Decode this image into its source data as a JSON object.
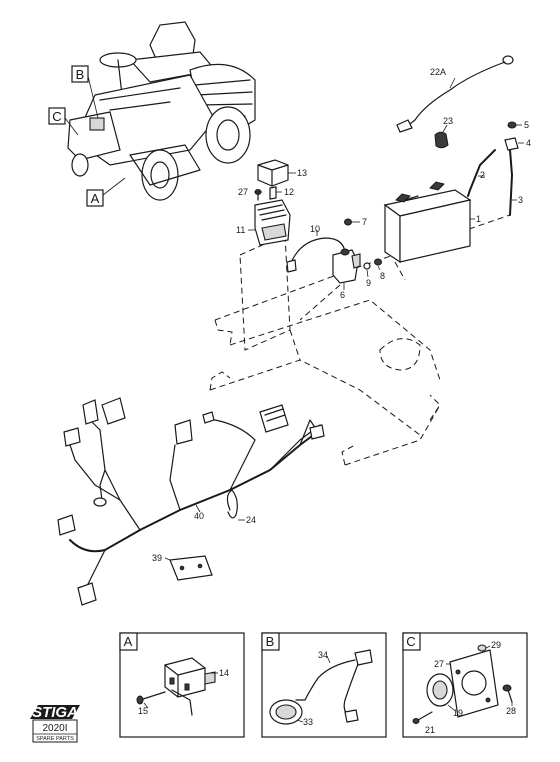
{
  "callouts": {
    "view_a": "A",
    "view_b": "B",
    "view_c": "C"
  },
  "parts": {
    "p1": "1",
    "p2": "2",
    "p3": "3",
    "p4": "4",
    "p5": "5",
    "p6": "6",
    "p7": "7",
    "p8": "8",
    "p9": "9",
    "p10": "10",
    "p11": "11",
    "p12": "12",
    "p13": "13",
    "p22a": "22A",
    "p23": "23",
    "p24": "24",
    "p27": "27",
    "p39": "39",
    "p40": "40"
  },
  "detail_a": {
    "label": "A",
    "parts": {
      "p14": "14",
      "p15": "15"
    }
  },
  "detail_b": {
    "label": "B",
    "parts": {
      "p33": "33",
      "p34": "34"
    }
  },
  "detail_c": {
    "label": "C",
    "parts": {
      "p19": "19",
      "p21": "21",
      "p27": "27",
      "p28": "28",
      "p29": "29"
    }
  },
  "logo": {
    "brand": "STIGA",
    "code": "2020I",
    "subtitle": "SPARE PARTS"
  }
}
